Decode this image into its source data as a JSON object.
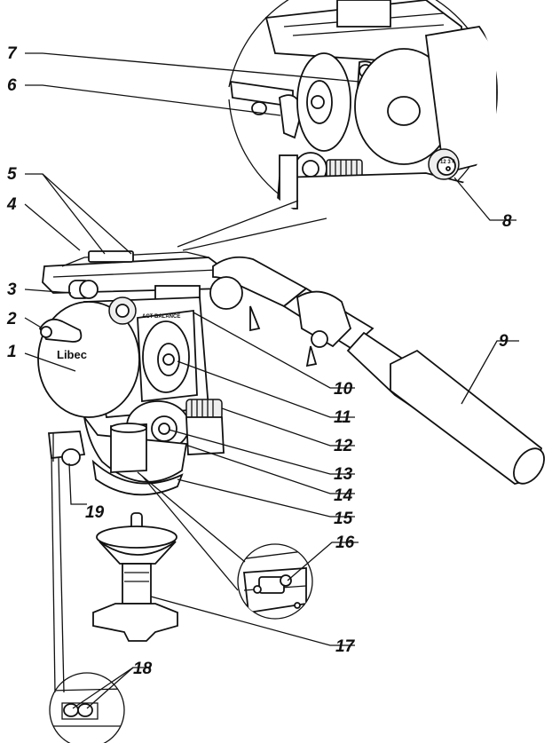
{
  "figure": {
    "brand_label": "Libec",
    "panel_label": "ACT BALANCE",
    "scale_marks": "12 3 4",
    "callouts": [
      {
        "id": "1",
        "text": "1"
      },
      {
        "id": "2",
        "text": "2"
      },
      {
        "id": "3",
        "text": "3"
      },
      {
        "id": "4",
        "text": "4"
      },
      {
        "id": "5",
        "text": "5"
      },
      {
        "id": "6",
        "text": "6"
      },
      {
        "id": "7",
        "text": "7"
      },
      {
        "id": "8",
        "text": "8"
      },
      {
        "id": "9",
        "text": "9"
      },
      {
        "id": "10",
        "text": "10"
      },
      {
        "id": "11",
        "text": "11"
      },
      {
        "id": "12",
        "text": "12"
      },
      {
        "id": "13",
        "text": "13"
      },
      {
        "id": "14",
        "text": "14"
      },
      {
        "id": "15",
        "text": "15"
      },
      {
        "id": "16",
        "text": "16"
      },
      {
        "id": "17",
        "text": "17"
      },
      {
        "id": "18",
        "text": "18"
      },
      {
        "id": "19",
        "text": "19"
      }
    ]
  }
}
